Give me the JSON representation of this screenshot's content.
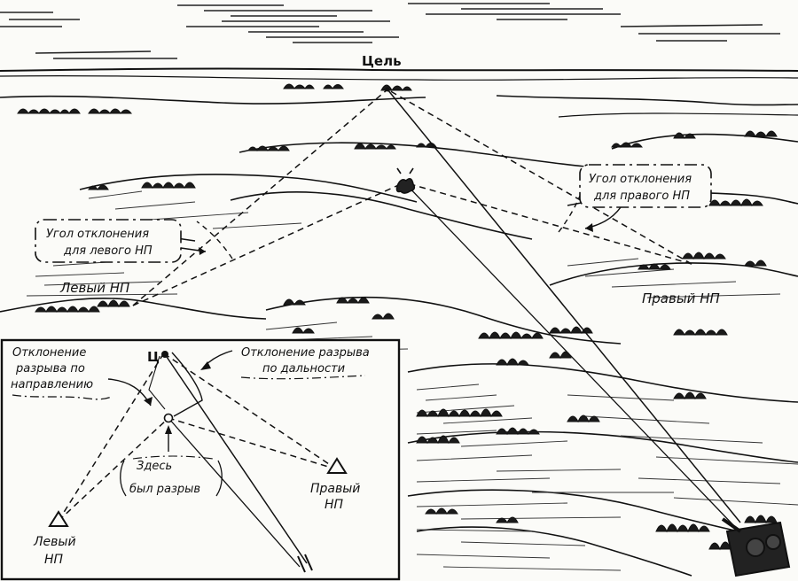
{
  "labels": {
    "target": "Цель",
    "left_angle_line1": "Угол отклонения",
    "left_angle_line2": "для левого НП",
    "right_angle_line1": "Угол отклонения",
    "right_angle_line2": "для правого НП",
    "left_op": "Левый НП",
    "right_op": "Правый НП"
  },
  "inset": {
    "target_letter": "Ц",
    "direction_dev_line1": "Отклонение",
    "direction_dev_line2": "разрыва по",
    "direction_dev_line3": "направлению",
    "range_dev_line1": "Отклонение разрыва",
    "range_dev_line2": "по дальности",
    "burst_line1": "Здесь",
    "burst_line2": "был разрыв",
    "right_op_line1": "Правый",
    "right_op_line2": "НП",
    "left_op_line1": "Левый",
    "left_op_line2": "НП"
  },
  "style": {
    "ink": "#111111",
    "paper": "#fbfbf8"
  }
}
